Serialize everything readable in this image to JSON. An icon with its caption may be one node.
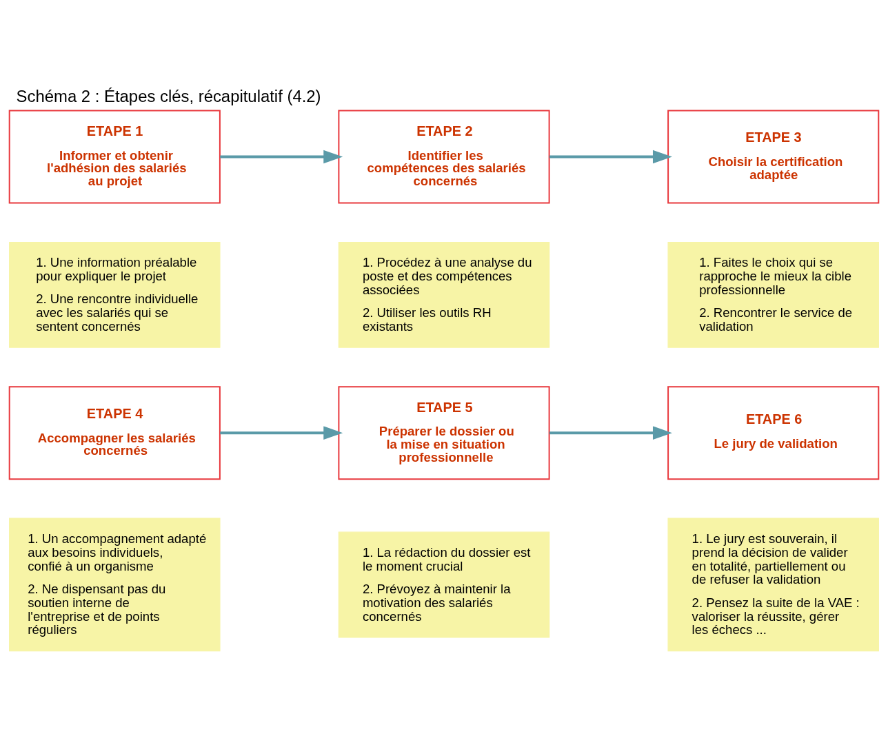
{
  "diagram": {
    "title": "Schéma 2 : Étapes clés, récapitulatif (4.2)",
    "nodes": [
      {
        "text": [
          "ETAPE 1",
          "Informer et obtenir l'adhésion des salariés au projet"
        ]
      },
      {
        "text": [
          "ETAPE 2",
          "Identifier les compétences des salariés concernés"
        ]
      },
      {
        "text": [
          "ETAPE 3",
          "Choisir la certification adaptée"
        ]
      },
      {
        "text": [
          "1. Une information préalable pour expliquer le projet",
          "2. Une rencontre individuelle avec les salariés qui se sentent concernés"
        ]
      },
      {
        "text": [
          "1. Procédez à une analyse du poste et des compétences associées",
          "2. Utiliser les outils RH existants"
        ]
      },
      {
        "text": [
          "1. Faites le choix qui se rapproche le mieux la cible professionnelle",
          "2. Rencontrer le service de validation"
        ]
      },
      {
        "text": [
          "ETAPE 4",
          "Accompagner les salariés concernés"
        ]
      },
      {
        "text": [
          "ETAPE 5",
          "Préparer le dossier ou la mise en situation professionnelle"
        ]
      },
      {
        "text": [
          "ETAPE 6",
          "Le jury de validation"
        ]
      },
      {
        "text": [
          "1. Un accompagnement adapté aux besoins individuels, confié à un organisme",
          "2. Ne dispensant pas du soutien interne de l'entreprise et de points réguliers"
        ]
      },
      {
        "text": [
          "1. La rédaction du dossier est le moment crucial",
          "2. Prévoyez à maintenir la motivation des salariés concernés"
        ]
      },
      {
        "text": [
          "1. Le jury est souverain, il prend la décision de valider en totalité, partiellement ou de refuser la validation",
          "2. Pensez la suite de la VAE : valoriser la réussite, gérer les échecs ..."
        ]
      }
    ],
    "edges": [
      {
        "from": 0,
        "to": 1,
        "arrow": "to"
      },
      {
        "from": 1,
        "to": 2,
        "arrow": "to"
      },
      {
        "from": 6,
        "to": 7,
        "arrow": "to"
      },
      {
        "from": 7,
        "to": 8,
        "arrow": "to"
      }
    ]
  }
}
